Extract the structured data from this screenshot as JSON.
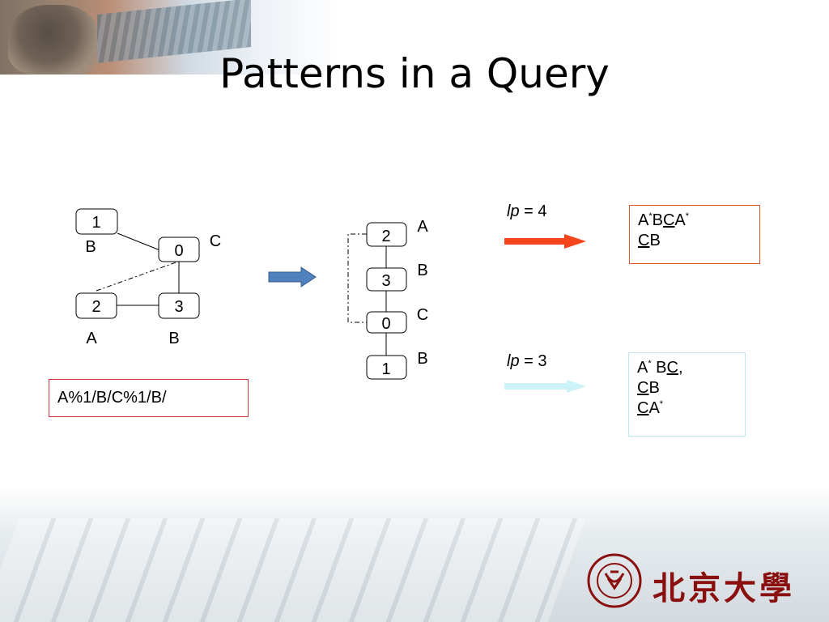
{
  "slide": {
    "title": "Patterns in a Query",
    "logo_text": "北京大學"
  },
  "query_graph": {
    "nodes": [
      {
        "id": "1",
        "label": "B"
      },
      {
        "id": "0",
        "label": "C"
      },
      {
        "id": "2",
        "label": "A"
      },
      {
        "id": "3",
        "label": "B"
      }
    ],
    "query_string": "A%1/B/C%1/B/"
  },
  "chain_graph": {
    "nodes": [
      {
        "id": "2",
        "label": "A"
      },
      {
        "id": "3",
        "label": "B"
      },
      {
        "id": "0",
        "label": "C"
      },
      {
        "id": "1",
        "label": "B"
      }
    ]
  },
  "patterns": [
    {
      "lp_symbol": "lp",
      "lp_rest": " = 4",
      "arrow_color": "#f4451c",
      "lines": [
        [
          {
            "t": "A"
          },
          {
            "sup": "*"
          },
          {
            "t": "B"
          },
          {
            "t": "C",
            "u": true
          },
          {
            "t": "A"
          },
          {
            "sup": "*"
          }
        ],
        [
          {
            "t": "C",
            "u": true
          },
          {
            "t": "B"
          }
        ]
      ]
    },
    {
      "lp_symbol": "lp",
      "lp_rest": " = 3",
      "arrow_color": "#cdf2f7",
      "lines": [
        [
          {
            "t": "A"
          },
          {
            "sup": "*"
          },
          {
            "t": " B"
          },
          {
            "t": "C",
            "u": true
          },
          {
            "t": ","
          }
        ],
        [
          {
            "t": "C",
            "u": true
          },
          {
            "t": "B"
          }
        ],
        [
          {
            "t": "C",
            "u": true
          },
          {
            "t": "A"
          },
          {
            "sup": "*"
          }
        ]
      ]
    }
  ],
  "colors": {
    "transform_arrow": "#4f81bd",
    "query_box_border": "#d6363a",
    "pattern_red_border": "#e2532a",
    "pattern_cyan_border": "#bde8ef"
  }
}
